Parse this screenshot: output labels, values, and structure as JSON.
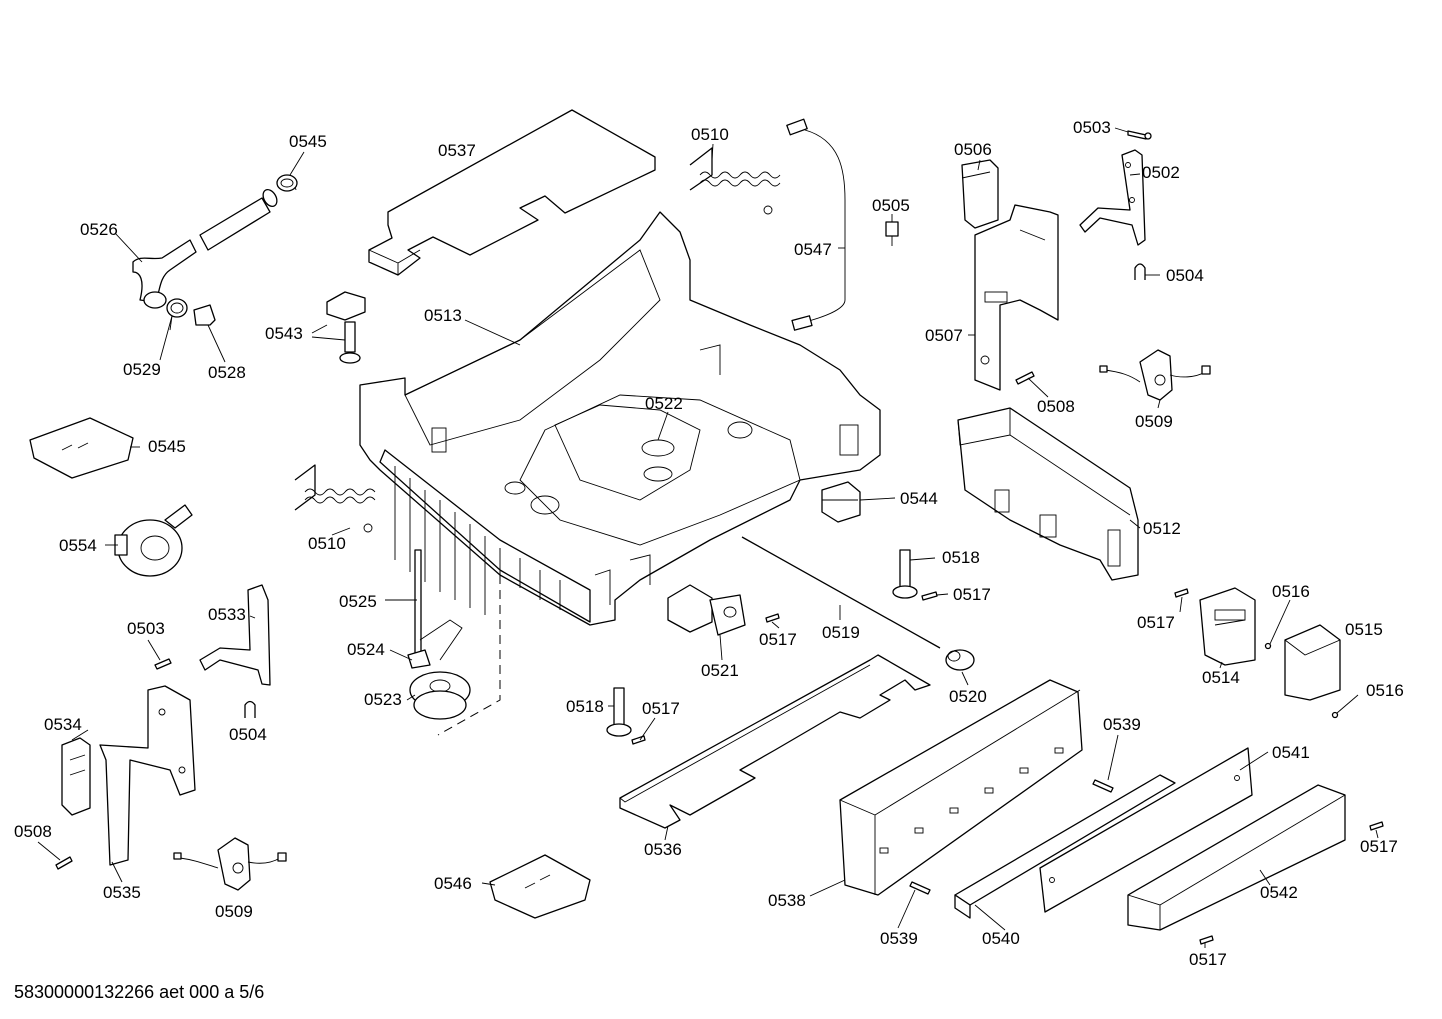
{
  "footer_text": "58300000132266 aet 000 a 5/6",
  "labels": [
    {
      "id": "l0545a",
      "text": "0545"
    },
    {
      "id": "l0537",
      "text": "0537"
    },
    {
      "id": "l0510a",
      "text": "0510"
    },
    {
      "id": "l0503a",
      "text": "0503"
    },
    {
      "id": "l0506",
      "text": "0506"
    },
    {
      "id": "l0502",
      "text": "0502"
    },
    {
      "id": "l0526",
      "text": "0526"
    },
    {
      "id": "l0505",
      "text": "0505"
    },
    {
      "id": "l0547",
      "text": "0547"
    },
    {
      "id": "l0504a",
      "text": "0504"
    },
    {
      "id": "l0513",
      "text": "0513"
    },
    {
      "id": "l0543",
      "text": "0543"
    },
    {
      "id": "l0507",
      "text": "0507"
    },
    {
      "id": "l0529",
      "text": "0529"
    },
    {
      "id": "l0528",
      "text": "0528"
    },
    {
      "id": "l0508a",
      "text": "0508"
    },
    {
      "id": "l0522",
      "text": "0522"
    },
    {
      "id": "l0509a",
      "text": "0509"
    },
    {
      "id": "l0545b",
      "text": "0545"
    },
    {
      "id": "l0544",
      "text": "0544"
    },
    {
      "id": "l0512",
      "text": "0512"
    },
    {
      "id": "l0554",
      "text": "0554"
    },
    {
      "id": "l0510b",
      "text": "0510"
    },
    {
      "id": "l0518a",
      "text": "0518"
    },
    {
      "id": "l0517a",
      "text": "0517"
    },
    {
      "id": "l0525",
      "text": "0525"
    },
    {
      "id": "l0533",
      "text": "0533"
    },
    {
      "id": "l0516a",
      "text": "0516"
    },
    {
      "id": "l0517b",
      "text": "0517"
    },
    {
      "id": "l0515",
      "text": "0515"
    },
    {
      "id": "l0503b",
      "text": "0503"
    },
    {
      "id": "l0517c",
      "text": "0517"
    },
    {
      "id": "l0519",
      "text": "0519"
    },
    {
      "id": "l0524",
      "text": "0524"
    },
    {
      "id": "l0521",
      "text": "0521"
    },
    {
      "id": "l0514",
      "text": "0514"
    },
    {
      "id": "l0516b",
      "text": "0516"
    },
    {
      "id": "l0520",
      "text": "0520"
    },
    {
      "id": "l0523",
      "text": "0523"
    },
    {
      "id": "l0518b",
      "text": "0518"
    },
    {
      "id": "l0517d",
      "text": "0517"
    },
    {
      "id": "l0534",
      "text": "0534"
    },
    {
      "id": "l0504b",
      "text": "0504"
    },
    {
      "id": "l0539a",
      "text": "0539"
    },
    {
      "id": "l0541",
      "text": "0541"
    },
    {
      "id": "l0508b",
      "text": "0508"
    },
    {
      "id": "l0536",
      "text": "0536"
    },
    {
      "id": "l0517e",
      "text": "0517"
    },
    {
      "id": "l0535",
      "text": "0535"
    },
    {
      "id": "l0509b",
      "text": "0509"
    },
    {
      "id": "l0546",
      "text": "0546"
    },
    {
      "id": "l0542",
      "text": "0542"
    },
    {
      "id": "l0538",
      "text": "0538"
    },
    {
      "id": "l0539b",
      "text": "0539"
    },
    {
      "id": "l0540",
      "text": "0540"
    },
    {
      "id": "l0517f",
      "text": "0517"
    }
  ]
}
